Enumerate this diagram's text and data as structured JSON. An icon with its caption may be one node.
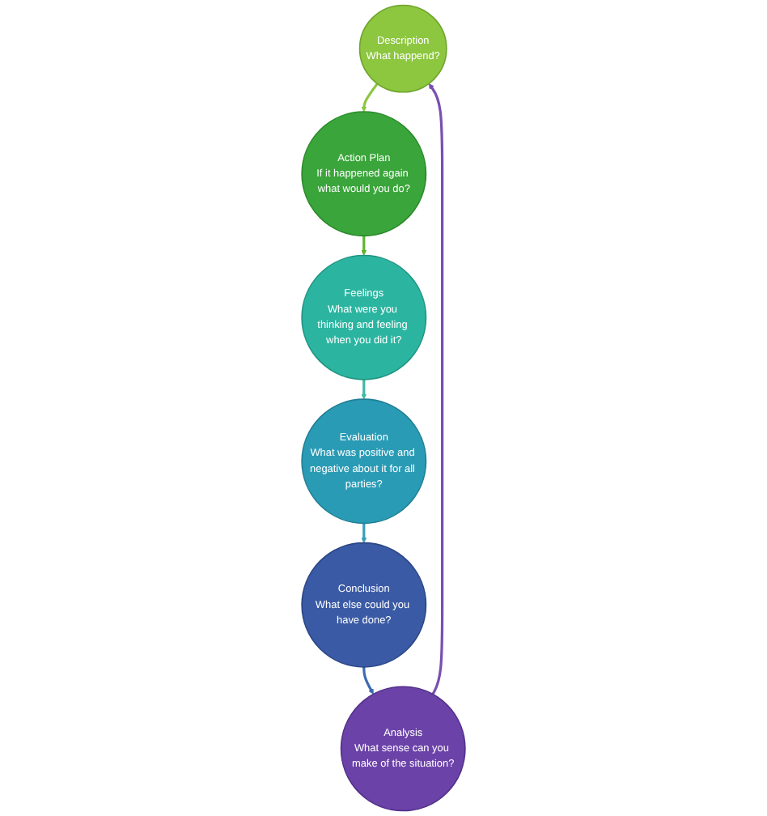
{
  "diagram": {
    "nodes": [
      {
        "text": [
          "Description",
          "What happend?"
        ]
      },
      {
        "text": [
          "Action Plan",
          "If it happened again what would you do?"
        ]
      },
      {
        "text": [
          "Feelings",
          "What were you thinking and feeling when you did it?"
        ]
      },
      {
        "text": [
          "Evaluation",
          "What was positive and negative about it for all parties?"
        ]
      },
      {
        "text": [
          "Conclusion",
          "What else could you have done?"
        ]
      },
      {
        "text": [
          "Analysis",
          "What sense can you make of the situation?"
        ]
      }
    ],
    "edges": [
      {
        "from": 0,
        "to": 1,
        "arrow": "to",
        "color": "#8cc63f"
      },
      {
        "from": 1,
        "to": 2,
        "arrow": "to",
        "color": "#5cb531"
      },
      {
        "from": 2,
        "to": 3,
        "arrow": "to",
        "color": "#3fb8a8"
      },
      {
        "from": 3,
        "to": 4,
        "arrow": "to",
        "color": "#3a9fb8"
      },
      {
        "from": 4,
        "to": 5,
        "arrow": "to",
        "color": "#3d6bb0"
      },
      {
        "from": 5,
        "to": 0,
        "arrow": "to",
        "color": "#7a4fb0"
      }
    ]
  }
}
